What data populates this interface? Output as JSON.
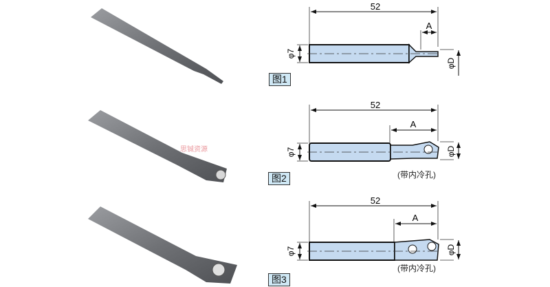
{
  "figures": [
    {
      "label": "图1",
      "length": "52",
      "a_label": "A",
      "shank_dia": "φ7",
      "d_label": "φD",
      "note": null
    },
    {
      "label": "图2",
      "length": "52",
      "a_label": "A",
      "shank_dia": "φ7",
      "d_label": "φD",
      "note": "(带内冷孔)"
    },
    {
      "label": "图3",
      "length": "52",
      "a_label": "A",
      "shank_dia": "φ7",
      "d_label": "φD",
      "note": "(带内冷孔)"
    }
  ],
  "watermark": "思铖资源",
  "colors": {
    "shank_fill": "#c5daf0",
    "label_fill": "#cfe8f5",
    "tool_gray": "#7d7f83"
  }
}
